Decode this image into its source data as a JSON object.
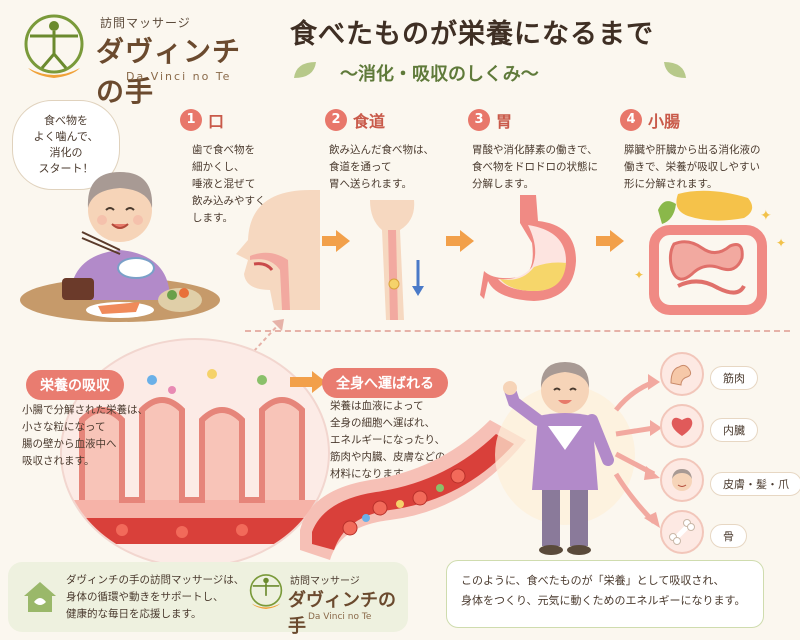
{
  "brand": {
    "sub": "訪問マッサージ",
    "name": "ダヴィンチの手",
    "roman": "Da Vinci no Te"
  },
  "title": "食べたものが栄養になるまで",
  "subtitle": "〜消化・吸収のしくみ〜",
  "bubble": "食べ物を\nよく噛んで、\n消化の\nスタート！",
  "steps": [
    {
      "num": "1",
      "name": "口",
      "text": "歯で食べ物を\n細かくし、\n唾液と混ぜて\n飲み込みやすく\nします。"
    },
    {
      "num": "2",
      "name": "食道",
      "text": "飲み込んだ食べ物は、\n食道を通って\n胃へ送られます。"
    },
    {
      "num": "3",
      "name": "胃",
      "text": "胃酸や消化酵素の働きで、\n食べ物をドロドロの状態に\n分解します。"
    },
    {
      "num": "4",
      "name": "小腸",
      "text": "膵臓や肝臓から出る消化液の\n働きで、栄養が吸収しやすい\n形に分解されます。"
    }
  ],
  "absorption": {
    "label": "栄養の吸収",
    "text": "小腸で分解された栄養は、\n小さな粒になって\n腸の壁から血液中へ\n吸収されます。"
  },
  "transport": {
    "label": "全身へ運ばれる",
    "text": "栄養は血液によって\n全身の細胞へ運ばれ、\nエネルギーになったり、\n筋肉や内臓、皮膚などの\n材料になります。"
  },
  "targets": [
    {
      "label": "筋肉",
      "icon": "muscle-icon"
    },
    {
      "label": "内臓",
      "icon": "heart-icon"
    },
    {
      "label": "皮膚・髪・爪",
      "icon": "face-icon"
    },
    {
      "label": "骨",
      "icon": "bone-icon"
    }
  ],
  "footer_left": "ダヴィンチの手の訪問マッサージは、\n身体の循環や動きをサポートし、\n健康的な毎日を応援します。",
  "footer_right": "このように、食べたものが「栄養」として吸収され、\n身体をつくり、元気に動くためのエネルギーになります。",
  "colors": {
    "accent": "#e8776a",
    "arrow": "#f2a04a",
    "green": "#5f7a3a",
    "blood": "#d9403a"
  }
}
